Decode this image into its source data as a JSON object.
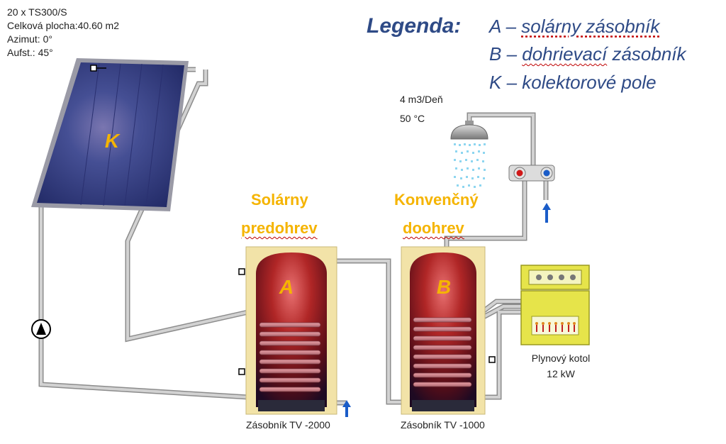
{
  "collector_info": {
    "count": "20 x TS300/S",
    "area": "Celková plocha:40.60 m2",
    "azimuth": "Azimut: 0°",
    "tilt": "Aufst.: 45°"
  },
  "legend": {
    "title": "Legenda:",
    "items": [
      {
        "letter_part": "A – ",
        "text": "solárny zásobník",
        "underline": "dotted"
      },
      {
        "letter_part": "B – ",
        "text_underlined": "dohrievací",
        "text_rest": " zásobník",
        "underline": "wavy"
      },
      {
        "letter_part": "K – ",
        "text": "kolektorové pole",
        "underline": "none"
      }
    ]
  },
  "demand": {
    "volume": "4 m3/Deň",
    "temperature": "50 °C"
  },
  "section_labels": {
    "solar_line1": "Solárny",
    "solar_line2": "predohrev",
    "conv_line1": "Konvenčný",
    "conv_line2": "doohrev"
  },
  "components": {
    "collector_letter": "K",
    "tank_a_letter": "A",
    "tank_b_letter": "B"
  },
  "tank_labels": {
    "tank_a": "Zásobník TV -2000",
    "tank_b": "Zásobník TV -1000"
  },
  "boiler": {
    "name": "Plynový kotol",
    "power": "12 kW"
  },
  "colors": {
    "legend_text": "#2e4a86",
    "orange_labels": "#f5b400",
    "pipe": "#b8b8b8",
    "collector": "#2d3a7a",
    "tank_body": "#8a1818",
    "tank_jacket": "#f2e3a8",
    "boiler": "#e6e44a",
    "cold_arrow": "#1a5cc8",
    "hot_valve": "#d01818",
    "cold_valve": "#1a5cc8"
  }
}
